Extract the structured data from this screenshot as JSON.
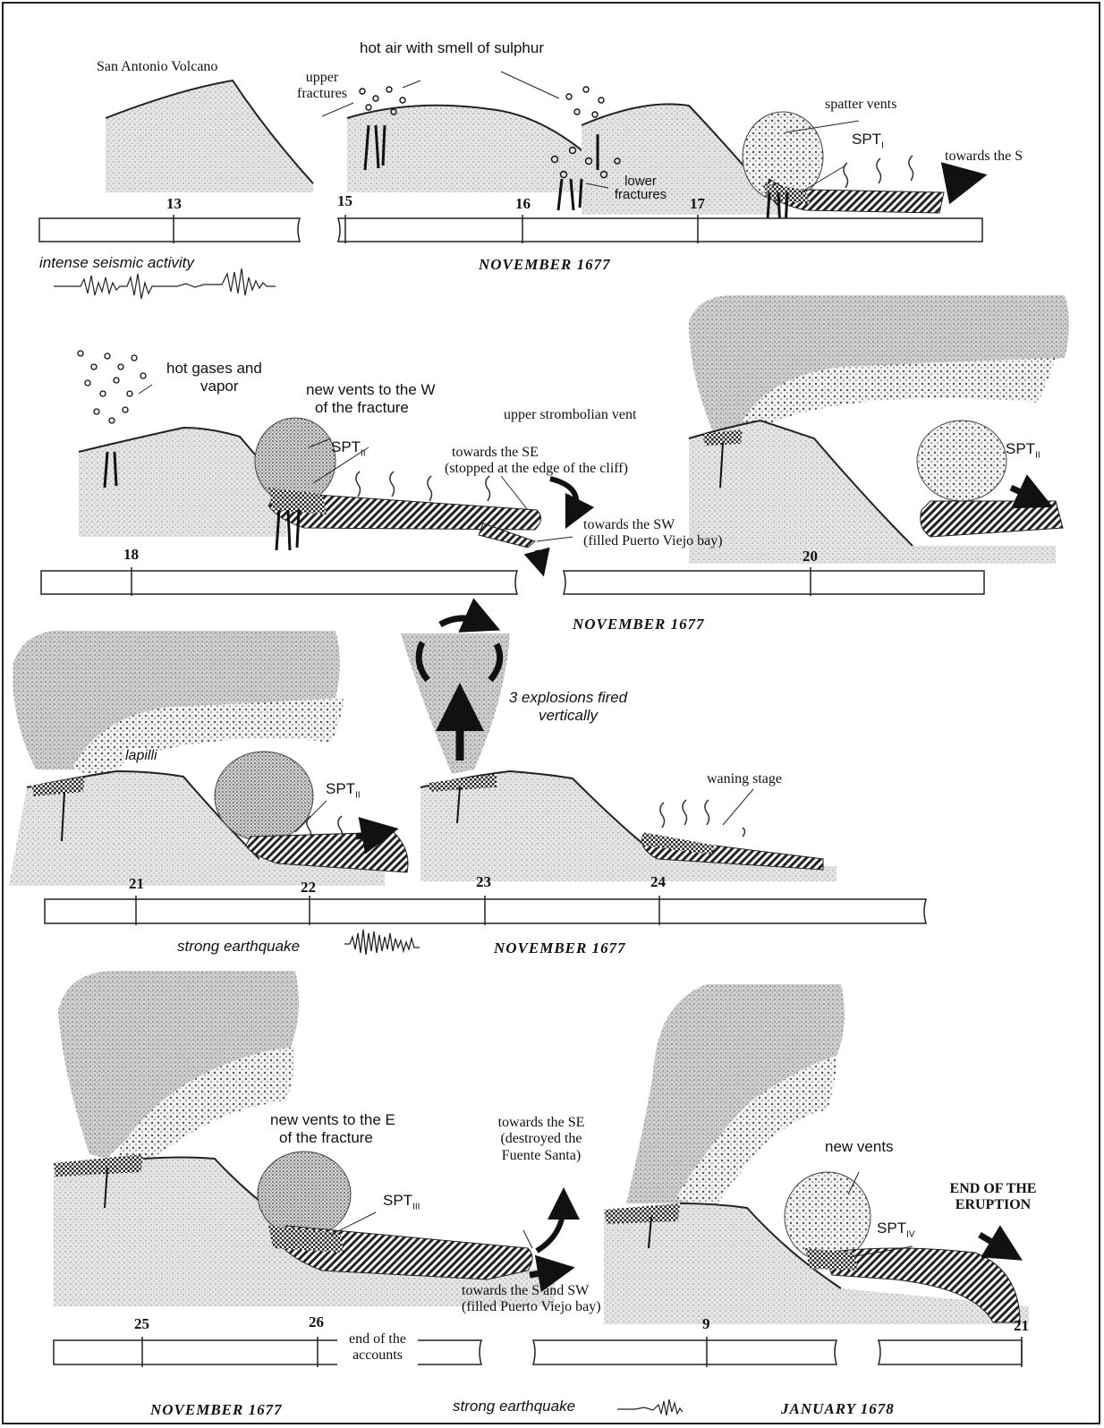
{
  "top": {
    "volcano_title": "San Antonio Volcano",
    "hot_air": "hot air with smell of sulphur",
    "upper_fractures_1": "upper",
    "upper_fractures_2": "fractures",
    "lower_fractures_1": "lower",
    "lower_fractures_2": "fractures",
    "spatter_vents": "spatter vents",
    "spt": "SPT",
    "spt_sub": "I",
    "towards": "towards the S",
    "seismic": "intense seismic activity",
    "month": "NOVEMBER 1677",
    "days": [
      "13",
      "15",
      "16",
      "17"
    ]
  },
  "row2": {
    "hot_gases_1": "hot gases and",
    "hot_gases_2": "vapor",
    "new_vents_1": "new vents to the W",
    "new_vents_2": "of the fracture",
    "spt": "SPT",
    "spt_sub": "II",
    "towards_se_1": "towards the SE",
    "towards_se_2": "(stopped at the edge of the cliff)",
    "towards_sw_1": "towards the SW",
    "towards_sw_2": "(filled Puerto Viejo bay)",
    "upper_vent": "upper strombolian vent",
    "spt_right": "SPT",
    "spt_right_sub": "II",
    "month": "NOVEMBER 1677",
    "days": [
      "18",
      "20"
    ]
  },
  "row3": {
    "lapilli": "lapilli",
    "spt": "SPT",
    "spt_sub": "II",
    "explosions_1": "3 explosions fired",
    "explosions_2": "vertically",
    "waning": "waning stage",
    "quake": "strong earthquake",
    "month": "NOVEMBER 1677",
    "days": [
      "21",
      "22",
      "23",
      "24"
    ]
  },
  "row4": {
    "new_vents_e_1": "new vents to the E",
    "new_vents_e_2": "of the fracture",
    "spt": "SPT",
    "spt_sub": "III",
    "towards_se_1": "towards the SE",
    "towards_se_2": "(destroyed the",
    "towards_se_3": "Fuente Santa)",
    "towards_s_1": "towards the S and SW",
    "towards_s_2": "(filled Puerto Viejo bay)",
    "new_vents": "new vents",
    "spt_right": "SPT",
    "spt_right_sub": "IV",
    "end_1": "END OF THE",
    "end_2": "ERUPTION",
    "end_accounts_1": "end of the",
    "end_accounts_2": "accounts",
    "quake": "strong earthquake",
    "month_left": "NOVEMBER 1677",
    "month_right": "JANUARY 1678",
    "days": [
      "25",
      "26",
      "9",
      "21"
    ]
  }
}
